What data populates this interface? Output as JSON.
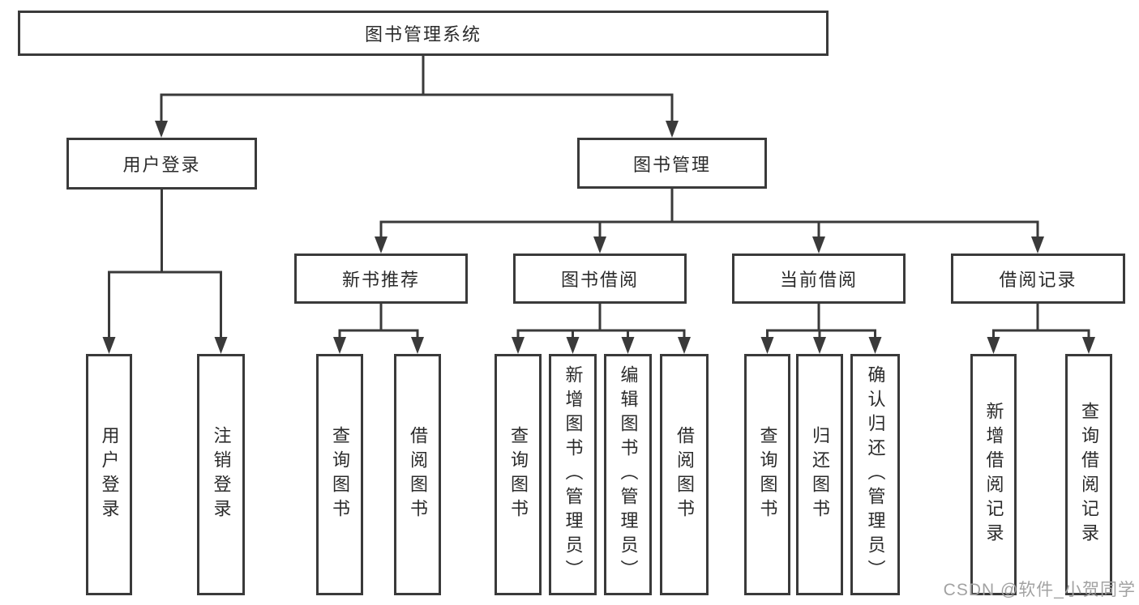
{
  "colors": {
    "line": "#3a3a3a",
    "box_border": "#3a3a3a",
    "text": "#2b2b2b",
    "background": "#ffffff",
    "watermark": "#a2a2a2"
  },
  "watermark": "CSDN @软件_小贺同学",
  "tree": {
    "root": {
      "label": "图书管理系统"
    },
    "level2": [
      {
        "label": "用户登录",
        "children": [
          {
            "label": "用户登录"
          },
          {
            "label": "注销登录"
          }
        ]
      },
      {
        "label": "图书管理",
        "groups": [
          {
            "label": "新书推荐",
            "children": [
              {
                "label": "查询图书"
              },
              {
                "label": "借阅图书"
              }
            ]
          },
          {
            "label": "图书借阅",
            "children": [
              {
                "label": "查询图书"
              },
              {
                "label": "新增图书（管理员）"
              },
              {
                "label": "编辑图书（管理员）"
              },
              {
                "label": "借阅图书"
              }
            ]
          },
          {
            "label": "当前借阅",
            "children": [
              {
                "label": "查询图书"
              },
              {
                "label": "归还图书"
              },
              {
                "label": "确认归还（管理员）"
              }
            ]
          },
          {
            "label": "借阅记录",
            "children": [
              {
                "label": "新增借阅记录"
              },
              {
                "label": "查询借阅记录"
              }
            ]
          }
        ]
      }
    ]
  }
}
